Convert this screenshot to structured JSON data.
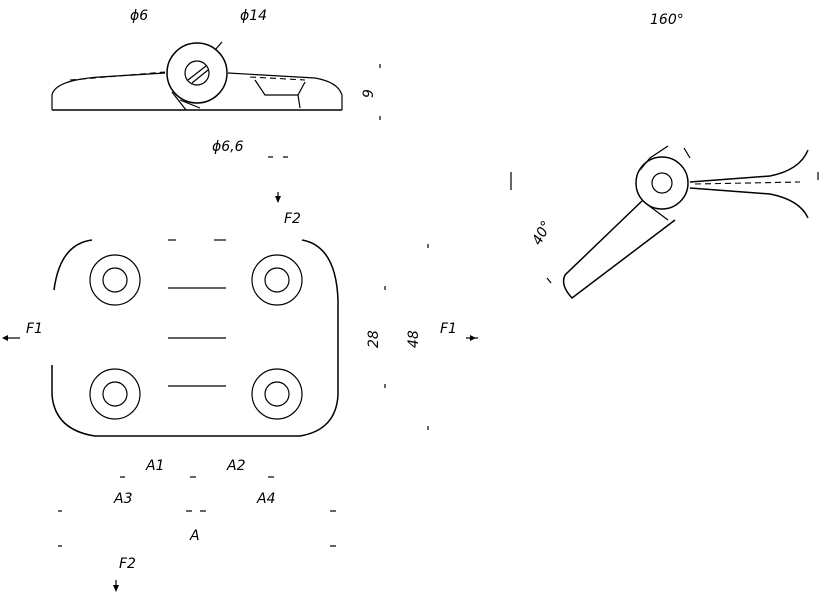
{
  "dimensions": {
    "phi6": "ϕ6",
    "phi14": "ϕ14",
    "phi6_6": "ϕ6,6",
    "thickness": "9",
    "height_inner": "28",
    "height_outer": "48",
    "tilt": "40°",
    "angle": "160°"
  },
  "forces": {
    "f1_left": "F1",
    "f1_right": "F1",
    "f2_top": "F2",
    "f2_bottom": "F2"
  },
  "spacings": {
    "a1": "A1",
    "a2": "A2",
    "a3": "A3",
    "a4": "A4",
    "a": "A"
  }
}
